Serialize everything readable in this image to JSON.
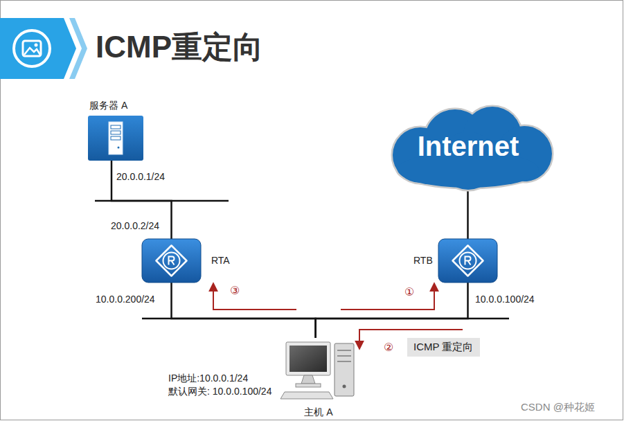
{
  "diagram": {
    "title": "ICMP重定向",
    "nodes": [
      {
        "text": [
          "服务器 A"
        ]
      },
      {
        "text": [
          "RTA"
        ]
      },
      {
        "text": [
          "RTB"
        ]
      },
      {
        "text": [
          "Internet"
        ]
      },
      {
        "text": [
          "主机 A"
        ]
      },
      {
        "text": [
          "ICMP 重定向"
        ]
      }
    ],
    "edges": [
      {
        "from": 0,
        "to": 1,
        "arrow": "none"
      },
      {
        "from": 1,
        "to": 4,
        "arrow": "none"
      },
      {
        "from": 2,
        "to": 4,
        "arrow": "none"
      },
      {
        "from": 2,
        "to": 3,
        "arrow": "none"
      }
    ],
    "labels": [
      "20.0.0.1/24",
      "20.0.0.2/24",
      "10.0.0.200/24",
      "10.0.0.100/24",
      "IP地址:10.0.0.1/24",
      "默认网关: 10.0.0.100/24",
      "③",
      "①",
      "②",
      "CSDN @种花姬"
    ]
  }
}
